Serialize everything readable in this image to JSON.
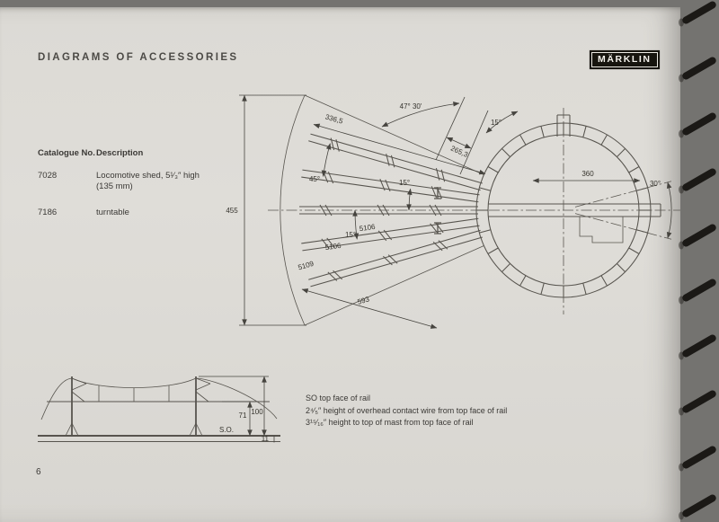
{
  "page": {
    "title": "DIAGRAMS OF ACCESSORIES",
    "logo": "MÄRKLIN",
    "page_number": "6"
  },
  "catalogue": {
    "header_no": "Catalogue No.",
    "header_desc": "Description",
    "rows": [
      {
        "no": "7028",
        "desc_line1": "Locomotive shed, 5¹⁄₃″ high",
        "desc_line2": "(135 mm)"
      },
      {
        "no": "7186",
        "desc_line1": "turntable",
        "desc_line2": ""
      }
    ]
  },
  "turntable": {
    "dim_455": "455",
    "dim_336_5": "336,5",
    "angle_47_30": "47° 30'",
    "dim_265_3": "265,3",
    "angle_45": "45°",
    "angle_15_a": "15°",
    "angle_15_b": "15°",
    "angle_15_c": "15°",
    "part_5106_a": "5106",
    "part_5106_b": "5106",
    "part_5109": "5109",
    "dim_593": "593",
    "dim_360": "360",
    "angle_30": "30°"
  },
  "catenary": {
    "dim_100": "100",
    "dim_71": "71",
    "rail_top": "S.O.",
    "dim_11": "11"
  },
  "notes": {
    "line1": "SO top face of rail",
    "line2": "2⁴⁄₅″ height of overhead contact wire from top face of rail",
    "line3": "3¹⁵⁄₁₆″ height to top of mast from top face of rail"
  }
}
